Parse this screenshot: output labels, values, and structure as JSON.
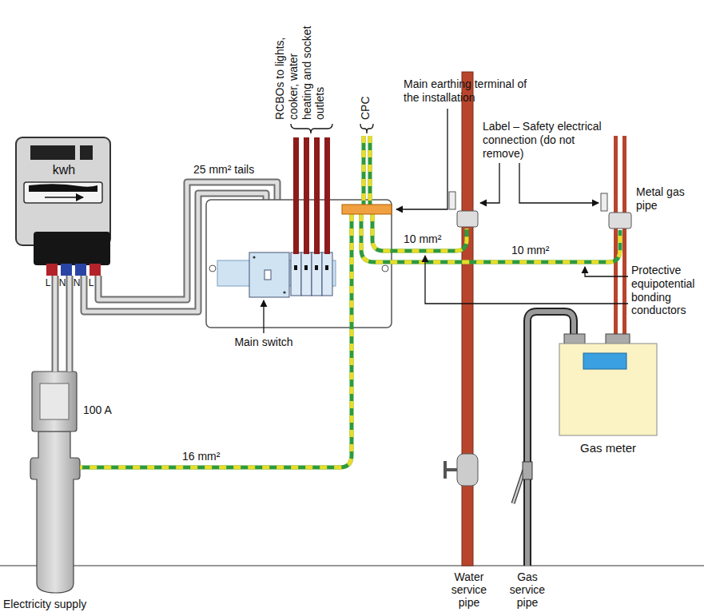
{
  "diagram": {
    "nodes": [
      {
        "text": [
          "kwh"
        ]
      },
      {
        "text": [
          "100 A"
        ]
      },
      {
        "text": [
          "Gas meter"
        ]
      }
    ],
    "edges": [
      {
        "from": 1,
        "to": 0,
        "arrow": "none"
      }
    ],
    "labels": [
      "RCBOs to lights, cooker, water heating and socket outlets",
      "CPC",
      "Main earthing terminal of the installation",
      "Label – Safety electrical connection (do not remove)",
      "Metal gas pipe",
      "25 mm² tails",
      "L",
      "N",
      "N",
      "L",
      "Main switch",
      "16 mm²",
      "10 mm²",
      "10 mm²",
      "Protective equipotential bonding conductors",
      "Water service pipe",
      "Gas service pipe",
      "Electricity supply"
    ]
  }
}
